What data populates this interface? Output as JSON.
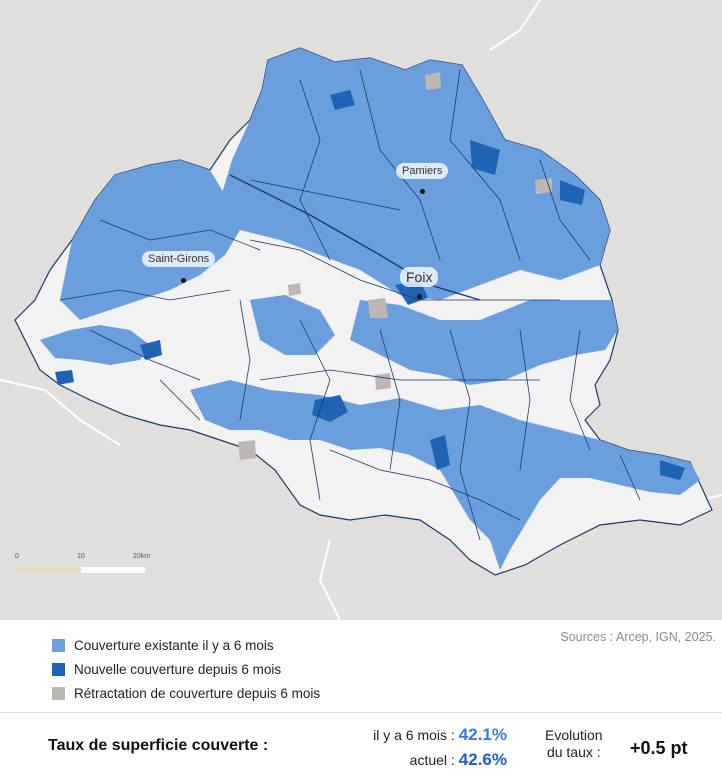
{
  "map": {
    "cities": [
      {
        "name": "Pamiers"
      },
      {
        "name": "Saint-Girons"
      },
      {
        "name": "Foix"
      }
    ],
    "scale": {
      "ticks": [
        "0",
        "10",
        "20km"
      ]
    },
    "colors": {
      "background": "#e0dfdc",
      "department": "#f2f2f3",
      "existing": "#6b9edc",
      "new": "#1f63b5",
      "retraction": "#bdb7b4",
      "borders": "#1d3a66"
    }
  },
  "legend": {
    "items": [
      {
        "label": "Couverture existante il y a 6 mois",
        "color": "#6b9edc"
      },
      {
        "label": "Nouvelle couverture depuis 6 mois",
        "color": "#1f63b5"
      },
      {
        "label": "Rétractation de couverture depuis 6 mois",
        "color": "#bdb7b4"
      }
    ],
    "sources": "Sources : Arcep, IGN, 2025."
  },
  "stats": {
    "title": "Taux de superficie couverte :",
    "previous_label": "il y a 6 mois :",
    "previous_value": "42.1%",
    "current_label": "actuel :",
    "current_value": "42.6%",
    "evolution_label_1": "Evolution",
    "evolution_label_2": "du taux :",
    "evolution_value": "+0.5 pt"
  }
}
